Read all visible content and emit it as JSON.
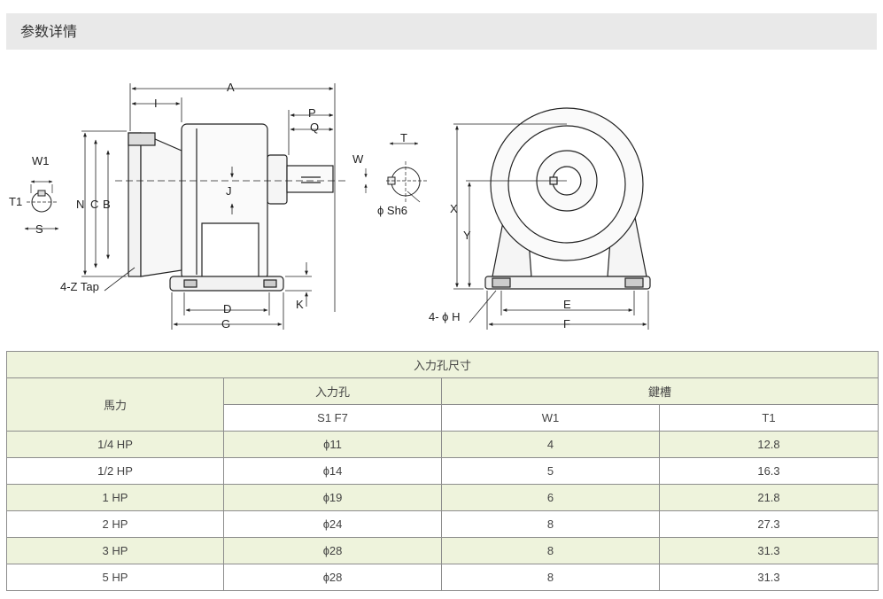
{
  "section": {
    "title": "参数详情"
  },
  "drawing": {
    "labels": {
      "A": "A",
      "I": "I",
      "P": "P",
      "Q": "Q",
      "J": "J",
      "N": "N",
      "C": "C",
      "B": "B",
      "W1": "W1",
      "T1": "T1",
      "S": "S",
      "ZTap": "4-Z Tap",
      "D": "D",
      "G": "G",
      "K": "K",
      "T": "T",
      "W": "W",
      "Sh6": "ϕ Sh6",
      "X": "X",
      "Y": "Y",
      "E": "E",
      "F": "F",
      "H": "4- ϕ H"
    }
  },
  "table": {
    "caption": "入力孔尺寸",
    "col_horsepower": "馬力",
    "col_input_hole": "入力孔",
    "col_keyway": "鍵槽",
    "sub_s1": "S1 F7",
    "sub_w1": "W1",
    "sub_t1": "T1",
    "rows": [
      {
        "hp": "1/4 HP",
        "s1": "ɸ11",
        "w1": "4",
        "t1": "12.8"
      },
      {
        "hp": "1/2 HP",
        "s1": "ɸ14",
        "w1": "5",
        "t1": "16.3"
      },
      {
        "hp": "1 HP",
        "s1": "ɸ19",
        "w1": "6",
        "t1": "21.8"
      },
      {
        "hp": "2 HP",
        "s1": "ɸ24",
        "w1": "8",
        "t1": "27.3"
      },
      {
        "hp": "3 HP",
        "s1": "ɸ28",
        "w1": "8",
        "t1": "31.3"
      },
      {
        "hp": "5 HP",
        "s1": "ɸ28",
        "w1": "8",
        "t1": "31.3"
      }
    ]
  }
}
